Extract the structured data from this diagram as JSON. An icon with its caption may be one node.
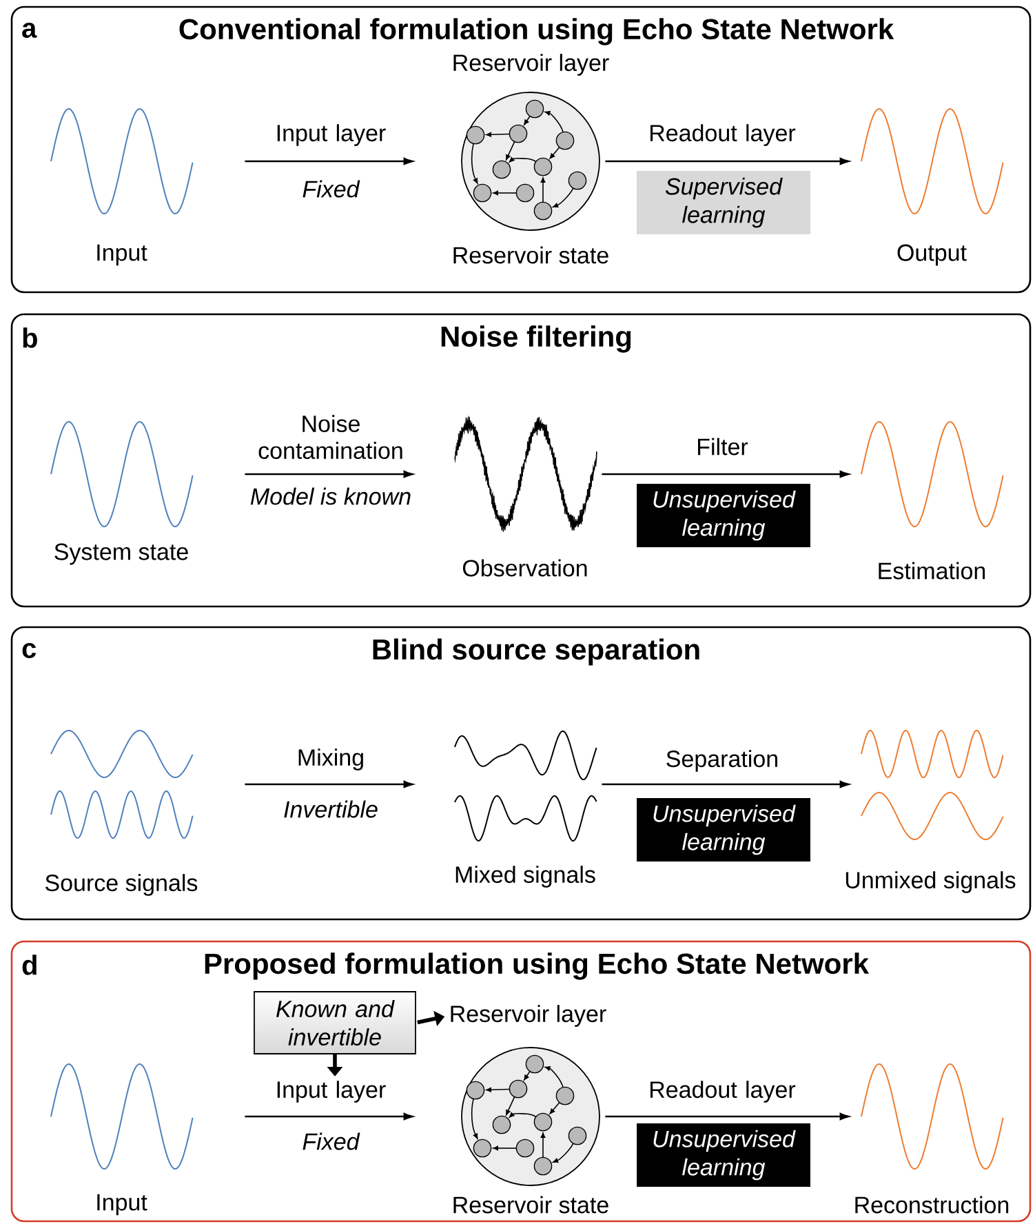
{
  "diagram": {
    "nodes": [
      {
        "text": [
          "a",
          "Conventional formulation using Echo State Network"
        ]
      },
      {
        "text": [],
        "shape": "picture",
        "in": 0,
        "beside": [
          "Input"
        ]
      },
      {
        "text": [],
        "shape": "picture",
        "in": 0,
        "beside": [
          "Reservoir layer",
          "Reservoir state"
        ]
      },
      {
        "text": [],
        "shape": "picture",
        "in": 0,
        "beside": [
          "Output"
        ]
      },
      {
        "text": [
          "Supervised learning"
        ],
        "in": 0
      },
      {
        "text": [
          "b",
          "Noise filtering"
        ]
      },
      {
        "text": [],
        "shape": "picture",
        "in": 5,
        "beside": [
          "System state"
        ]
      },
      {
        "text": [],
        "shape": "picture",
        "in": 5,
        "beside": [
          "Observation"
        ]
      },
      {
        "text": [],
        "shape": "picture",
        "in": 5,
        "beside": [
          "Estimation"
        ]
      },
      {
        "text": [
          "Unsupervised learning"
        ],
        "in": 5
      },
      {
        "text": [
          "c",
          "Blind source separation"
        ]
      },
      {
        "text": [],
        "shape": "picture",
        "in": 10,
        "beside": [
          "Source signals"
        ]
      },
      {
        "text": [],
        "shape": "picture",
        "in": 10,
        "beside": [
          "Mixed signals"
        ]
      },
      {
        "text": [],
        "shape": "picture",
        "in": 10,
        "beside": [
          "Unmixed signals"
        ]
      },
      {
        "text": [
          "Unsupervised learning"
        ],
        "in": 10
      },
      {
        "text": [
          "d",
          "Proposed formulation using Echo State Network"
        ]
      },
      {
        "text": [
          "Known and invertible"
        ],
        "in": 15
      },
      {
        "text": [
          "Reservoir layer"
        ],
        "in": 15
      },
      {
        "text": [],
        "shape": "picture",
        "in": 15,
        "beside": [
          "Input"
        ]
      },
      {
        "text": [],
        "shape": "picture",
        "in": 15,
        "beside": [
          "Reservoir state"
        ]
      },
      {
        "text": [],
        "shape": "picture",
        "in": 15,
        "beside": [
          "Reconstruction"
        ]
      },
      {
        "text": [
          "Unsupervised learning"
        ],
        "in": 15
      }
    ],
    "edges": [
      {
        "from": 1,
        "to": 2,
        "arrow": "to",
        "label": "Input layer"
      },
      {
        "from": 2,
        "to": 3,
        "arrow": "to",
        "label": "Readout layer"
      },
      {
        "from": 6,
        "to": 7,
        "arrow": "to",
        "label": "Noise contamination"
      },
      {
        "from": 7,
        "to": 8,
        "arrow": "to",
        "label": "Filter"
      },
      {
        "from": 11,
        "to": 12,
        "arrow": "to",
        "label": "Mixing"
      },
      {
        "from": 12,
        "to": 13,
        "arrow": "to",
        "label": "Separation"
      },
      {
        "from": 16,
        "to": 17,
        "arrow": "to",
        "style": "thick"
      },
      {
        "from": 16,
        "to": null,
        "arrow": "to",
        "style": "thick"
      },
      {
        "from": 18,
        "to": 19,
        "arrow": "to",
        "label": "Input layer"
      },
      {
        "from": 19,
        "to": 20,
        "arrow": "to",
        "label": "Readout layer"
      }
    ],
    "labels": [
      "Fixed",
      "Model is known",
      "Invertible",
      "Fixed"
    ]
  }
}
